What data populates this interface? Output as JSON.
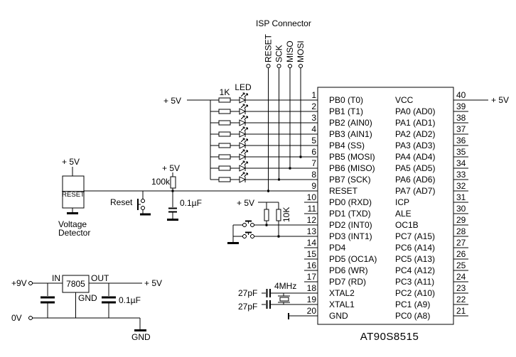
{
  "colors": {
    "ink": "#000000",
    "paper": "#ffffff"
  },
  "isp": {
    "title": "ISP Connector",
    "pins": [
      "RESET",
      "SCK",
      "MISO",
      "MOSI"
    ]
  },
  "led_array": {
    "supply": "+ 5V",
    "resistor_value": "1K",
    "led_label": "LED"
  },
  "voltage_detector": {
    "supply": "+ 5V",
    "chip_label": "RESET",
    "caption_line1": "Voltage",
    "caption_line2": "Detector"
  },
  "reset_button": {
    "label": "Reset"
  },
  "reset_pullup": {
    "supply": "+ 5V",
    "resistor_value": "100k",
    "cap_value": "0.1µF"
  },
  "int_buttons": {
    "supply": "+ 5V",
    "resistor_value": "10K"
  },
  "crystal": {
    "freq": "4MHz",
    "cap1_value": "27pF",
    "cap2_value": "27pF"
  },
  "power": {
    "input_label": "+9V",
    "in_label": "IN",
    "regulator": "7805",
    "out_label": "OUT",
    "gnd_pin_label": "GND",
    "output_label": "+ 5V",
    "cap_value": "0.1µF",
    "zero_label": "0V",
    "gnd_symbol_label": "GND"
  },
  "ic": {
    "name": "AT90S8515",
    "vcc_supply": "+ 5V",
    "left_pins": [
      {
        "n": 1,
        "label": "PB0 (T0)"
      },
      {
        "n": 2,
        "label": "PB1 (T1)"
      },
      {
        "n": 3,
        "label": "PB2 (AIN0)"
      },
      {
        "n": 4,
        "label": "PB3 (AIN1)"
      },
      {
        "n": 5,
        "label": "PB4 (SS)"
      },
      {
        "n": 6,
        "label": "PB5 (MOSI)"
      },
      {
        "n": 7,
        "label": "PB6 (MISO)"
      },
      {
        "n": 8,
        "label": "PB7 (SCK)"
      },
      {
        "n": 9,
        "label": "RESET"
      },
      {
        "n": 10,
        "label": "PD0 (RXD)"
      },
      {
        "n": 11,
        "label": "PD1 (TXD)"
      },
      {
        "n": 12,
        "label": "PD2 (INT0)"
      },
      {
        "n": 13,
        "label": "PD3 (INT1)"
      },
      {
        "n": 14,
        "label": "PD4"
      },
      {
        "n": 15,
        "label": "PD5 (OC1A)"
      },
      {
        "n": 16,
        "label": "PD6 (WR)"
      },
      {
        "n": 17,
        "label": "PD7 (RD)"
      },
      {
        "n": 18,
        "label": "XTAL2"
      },
      {
        "n": 19,
        "label": "XTAL1"
      },
      {
        "n": 20,
        "label": "GND"
      }
    ],
    "right_pins": [
      {
        "n": 40,
        "label": "VCC"
      },
      {
        "n": 39,
        "label": "PA0 (AD0)"
      },
      {
        "n": 38,
        "label": "PA1 (AD1)"
      },
      {
        "n": 37,
        "label": "PA2 (AD2)"
      },
      {
        "n": 36,
        "label": "PA3 (AD3)"
      },
      {
        "n": 35,
        "label": "PA4 (AD4)"
      },
      {
        "n": 34,
        "label": "PA5 (AD5)"
      },
      {
        "n": 33,
        "label": "PA6 (AD6)"
      },
      {
        "n": 32,
        "label": "PA7 (AD7)"
      },
      {
        "n": 31,
        "label": "ICP"
      },
      {
        "n": 30,
        "label": "ALE"
      },
      {
        "n": 29,
        "label": "OC1B"
      },
      {
        "n": 28,
        "label": "PC7 (A15)"
      },
      {
        "n": 27,
        "label": "PC6 (A14)"
      },
      {
        "n": 26,
        "label": "PC5 (A13)"
      },
      {
        "n": 25,
        "label": "PC4 (A12)"
      },
      {
        "n": 24,
        "label": "PC3 (A11)"
      },
      {
        "n": 23,
        "label": "PC2 (A10)"
      },
      {
        "n": 22,
        "label": "PC1 (A9)"
      },
      {
        "n": 21,
        "label": "PC0 (A8)"
      }
    ]
  }
}
